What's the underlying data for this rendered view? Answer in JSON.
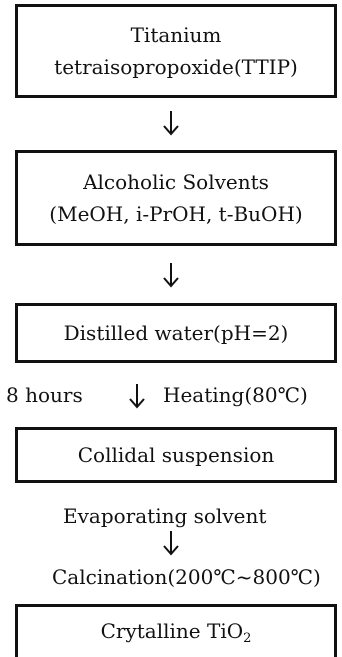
{
  "flowchart": {
    "step1": {
      "line1": "Titanium",
      "line2": "tetraisopropoxide(TTIP)"
    },
    "step2": {
      "line1": "Alcoholic Solvents",
      "line2": "(MeOH, i-PrOH, t-BuOH)"
    },
    "step3": {
      "line1": "Distilled water(pH=2)"
    },
    "step3_side_label": "8 hours",
    "step3_condition": "Heating(80℃)",
    "step4": {
      "line1": "Collidal suspension"
    },
    "step4_condition": "Evaporating solvent",
    "step5_condition": "Calcination(200℃~800℃)",
    "step5": {
      "text": "Crytalline TiO",
      "subscript": "2"
    },
    "arrow_icon": "down-arrow-icon",
    "colors": {
      "border": "#111111",
      "text": "#111111",
      "background": "#ffffff"
    }
  }
}
